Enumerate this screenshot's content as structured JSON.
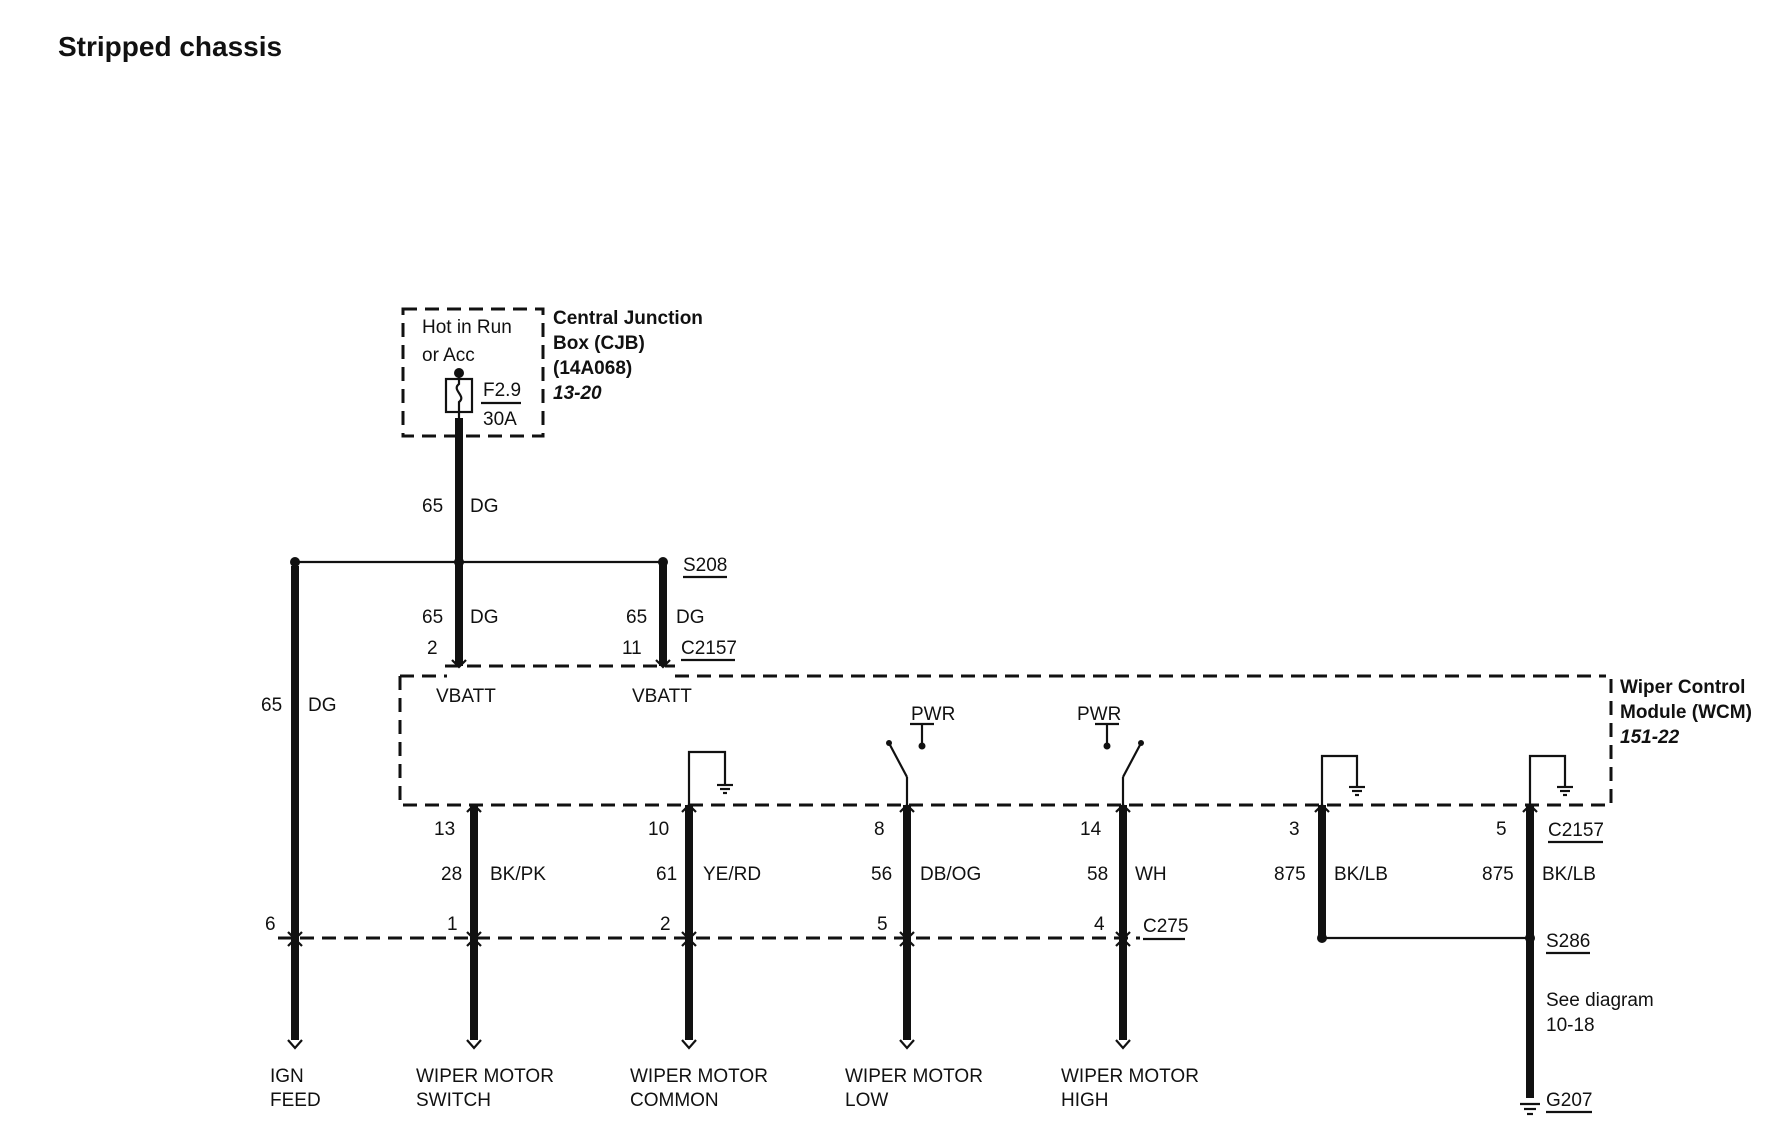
{
  "title": "Stripped chassis",
  "cjb": {
    "hot_line1": "Hot in Run",
    "hot_line2": "or Acc",
    "fuse_id": "F2.9",
    "fuse_rating": "30A",
    "name_line1": "Central Junction",
    "name_line2": "Box (CJB)",
    "part_no": "(14A068)",
    "ref": "13-20"
  },
  "feed_wire": {
    "circuit": "65",
    "color": "DG"
  },
  "splice_s208": "S208",
  "ign_wire": {
    "circuit": "65",
    "color": "DG"
  },
  "vbatt_wires": [
    {
      "circuit": "65",
      "color": "DG",
      "pin": "2",
      "label": "VBATT"
    },
    {
      "circuit": "65",
      "color": "DG",
      "pin": "11",
      "label": "VBATT"
    }
  ],
  "connector_top": "C2157",
  "wcm": {
    "name_line1": "Wiper Control",
    "name_line2": "Module (WCM)",
    "ref": "151-22",
    "pwr_label": "PWR"
  },
  "bottom_wires": [
    {
      "pin": "13",
      "circuit": "28",
      "color": "BK/PK",
      "c275_pin": "1",
      "label_line1": "WIPER MOTOR",
      "label_line2": "SWITCH"
    },
    {
      "pin": "10",
      "circuit": "61",
      "color": "YE/RD",
      "c275_pin": "2",
      "label_line1": "WIPER MOTOR",
      "label_line2": "COMMON"
    },
    {
      "pin": "8",
      "circuit": "56",
      "color": "DB/OG",
      "c275_pin": "5",
      "label_line1": "WIPER MOTOR",
      "label_line2": "LOW"
    },
    {
      "pin": "14",
      "circuit": "58",
      "color": "WH",
      "c275_pin": "4",
      "label_line1": "WIPER MOTOR",
      "label_line2": "HIGH"
    },
    {
      "pin": "3",
      "circuit": "875",
      "color": "BK/LB"
    },
    {
      "pin": "5",
      "circuit": "875",
      "color": "BK/LB"
    }
  ],
  "connector_bottom": "C2157",
  "connector_c275": "C275",
  "ign_c275_pin": "6",
  "ign_label_line1": "IGN",
  "ign_label_line2": "FEED",
  "splice_s286": "S286",
  "see_line1": "See diagram",
  "see_line2": "10-18",
  "ground_g207": "G207"
}
